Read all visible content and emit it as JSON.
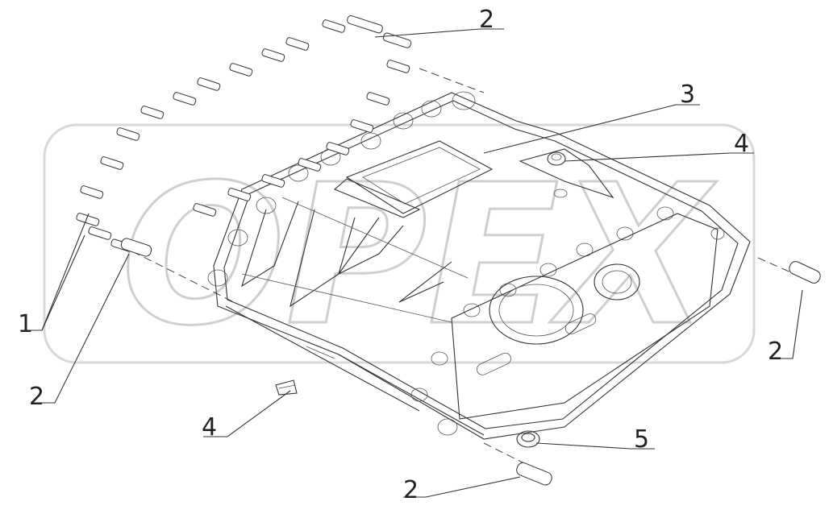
{
  "watermark": {
    "text": "OPEX",
    "color": "#cfcfcf"
  },
  "callouts": [
    {
      "id": "c1",
      "label": "1"
    },
    {
      "id": "c2a",
      "label": "2"
    },
    {
      "id": "c2b",
      "label": "2"
    },
    {
      "id": "c2c",
      "label": "2"
    },
    {
      "id": "c2d",
      "label": "2"
    },
    {
      "id": "c3",
      "label": "3"
    },
    {
      "id": "c4a",
      "label": "4"
    },
    {
      "id": "c4b",
      "label": "4"
    },
    {
      "id": "c5",
      "label": "5"
    }
  ]
}
